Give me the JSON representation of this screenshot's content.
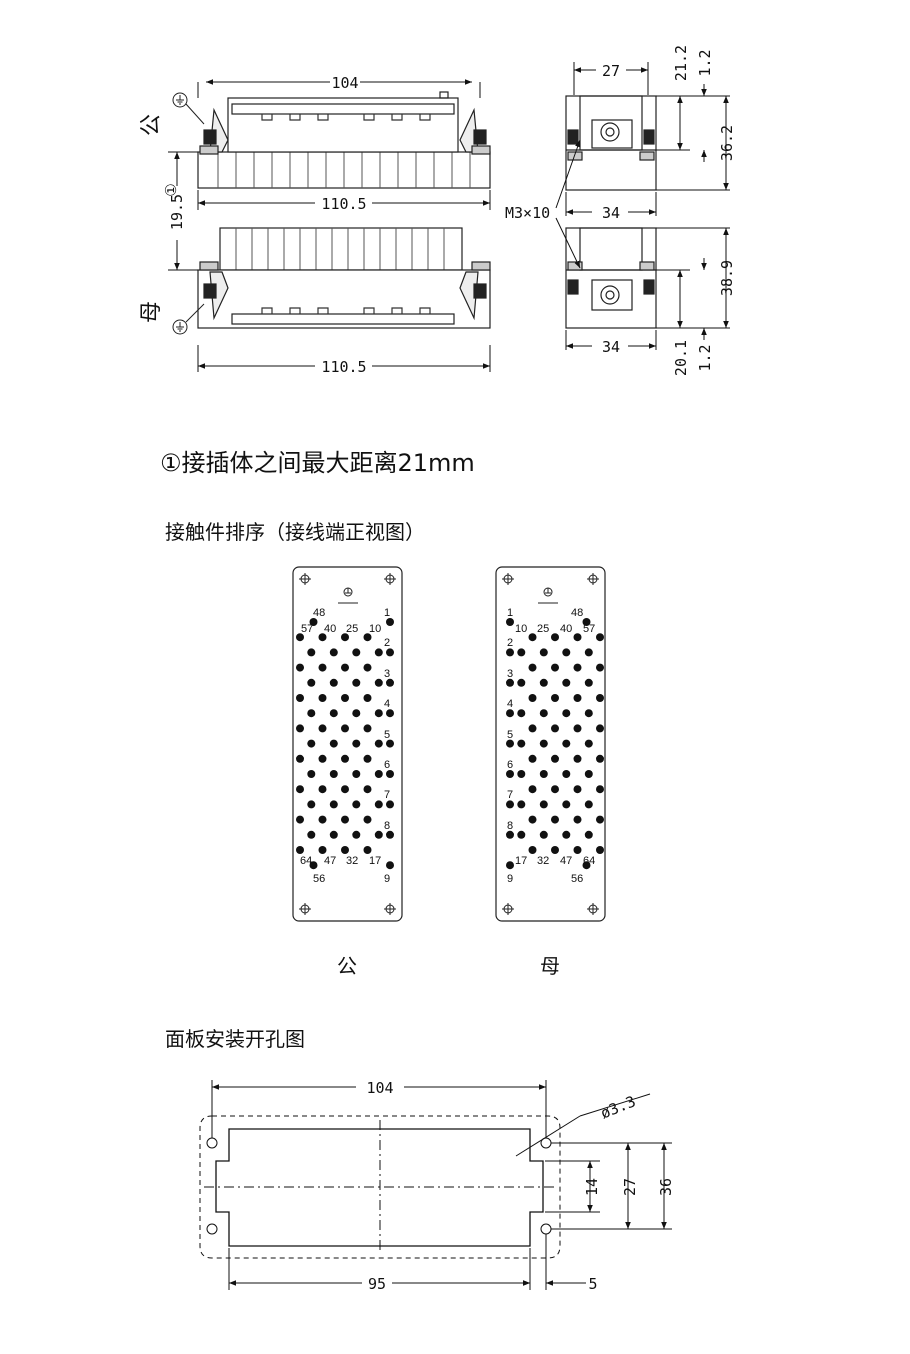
{
  "side_view": {
    "male_label": "公",
    "female_label": "母",
    "dim_top_width": "104",
    "dim_male_width": "110.5",
    "dim_female_width": "110.5",
    "dim_gap": "19.5",
    "gap_note_mark": "①"
  },
  "end_view": {
    "dim_top_width": "27",
    "dim_mid_width": "34",
    "dim_bottom_width": "34",
    "dim_top_h1": "21.2",
    "dim_top_h2": "1.2",
    "dim_top_h3": "36.2",
    "dim_bot_h1": "38.9",
    "dim_bot_h2": "20.1",
    "dim_bot_h3": "1.2",
    "screw_label": "M3×10"
  },
  "note": "①接插体之间最大距离21mm",
  "contact_section": {
    "title": "接触件排序（接线端正视图）",
    "male_caption": "公",
    "female_caption": "母",
    "male_labels": {
      "l48": "48",
      "l1": "1",
      "l57": "57",
      "l40": "40",
      "l25": "25",
      "l10": "10",
      "l2": "2",
      "l3": "3",
      "l4": "4",
      "l5": "5",
      "l6": "6",
      "l7": "7",
      "l8": "8",
      "l64": "64",
      "l47": "47",
      "l32": "32",
      "l17": "17",
      "l56": "56",
      "l9": "9"
    },
    "female_labels": {
      "l1": "1",
      "l48": "48",
      "l10": "10",
      "l25": "25",
      "l40": "40",
      "l57": "57",
      "l2": "2",
      "l3": "3",
      "l4": "4",
      "l5": "5",
      "l6": "6",
      "l7": "7",
      "l8": "8",
      "l17": "17",
      "l32": "32",
      "l47": "47",
      "l64": "64",
      "l9": "9",
      "l56": "56"
    }
  },
  "panel_section": {
    "title": "面板安装开孔图",
    "dim_top": "104",
    "dim_hole": "ø3.3",
    "dim_14": "14",
    "dim_27": "27",
    "dim_36": "36",
    "dim_95": "95",
    "dim_5": "5"
  }
}
